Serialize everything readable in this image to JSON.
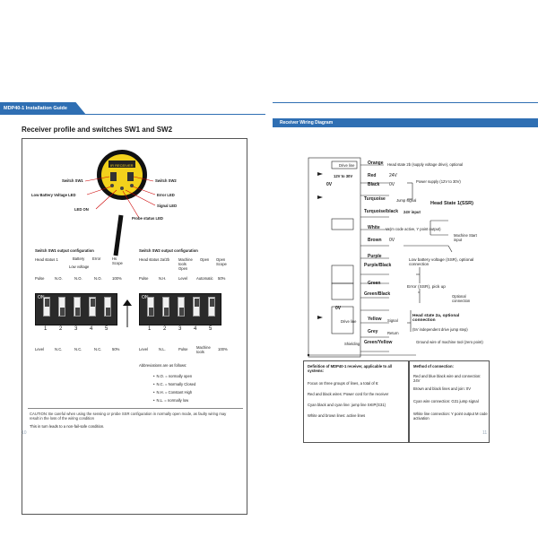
{
  "left": {
    "banner": "MDP40-1 Installation Guide",
    "title": "Receiver profile and switches SW1 and SW2",
    "device": {
      "screen_text": "IR RECEIVER",
      "labels": {
        "sw1": "Switch SW1",
        "sw2": "Switch SW2",
        "battery": "Low Battery Voltage LED",
        "error": "Error LED",
        "on": "LED ON",
        "signal": "Signal LED",
        "probe": "Probe status LED"
      }
    },
    "sw1": {
      "title": "Switch SW1 output configuration",
      "top_labels": [
        "Head status 1",
        "Battery",
        "Error",
        "Hs Scope"
      ],
      "low_voltage": "Low voltage",
      "row1": [
        "Pulse",
        "N.O.",
        "N.O.",
        "N.O.",
        "100%"
      ],
      "row2": [
        "Level",
        "N.C.",
        "N.C.",
        "N.C.",
        "50%"
      ],
      "on": "ON",
      "numbers": [
        "1",
        "2",
        "3",
        "4",
        "5"
      ]
    },
    "sw2": {
      "title": "Switch SW2 output configuration",
      "top_labels": [
        "Head status 2a/2b",
        "Machine tools Open",
        "Open",
        "Open Scope"
      ],
      "row1": [
        "Pulse",
        "N.H.",
        "Level",
        "Automatic",
        "50%"
      ],
      "row2": [
        "Level",
        "N.L.",
        "Pulse",
        "Machine tools",
        "100%"
      ],
      "on": "ON",
      "numbers": [
        "1",
        "2",
        "3",
        "4",
        "5"
      ]
    },
    "abbr": {
      "title": "Abbreviations are as follows:",
      "items": [
        "N.O. = normally open",
        "N.C. = Normally Closed",
        "N.H. = Constant High",
        "N.L. = normally low"
      ]
    },
    "caution": "CAUTION: Be careful when using the sensing or probe SSR configuration in normally open mode, as faulty wiring may result in the loss of the wiring condition",
    "caution2": "This in turn leads to a non-fail-safe condition.",
    "page_number": "10"
  },
  "right": {
    "header": "Receiver Wiring Diagram",
    "wires": {
      "drive_line": "Drive line",
      "orange": "Orange",
      "orange_desc": "Head state 2b (supply voltage drive), optional",
      "v12_30": "12V to 30V",
      "red": "Red",
      "v24": "24V",
      "v0": "0V",
      "black": "Black",
      "power": "Power supply (12V to 30V)",
      "turquoise": "Turquoise",
      "jump": "Jump signal",
      "turq_black": "Turquoise/black",
      "input24": "24V input",
      "head1": "Head State 1(SSR)",
      "white": "White",
      "white_desc": "Vx(m code active, Y point output)",
      "brown": "Brown",
      "brown_v": "0V",
      "machine_start": "Machine Start input",
      "purple": "Purple",
      "purple_black": "Purple/Black",
      "battery": "Low battery voltage (SSR), optional connection",
      "green": "Green",
      "green_black": "Green/Black",
      "error": "Error (SSR), pick up",
      "optional": "Optional connection",
      "v0b": "0V",
      "drive_line2": "Drive line",
      "yellow": "Yellow",
      "signal": "Signal",
      "grey": "Grey",
      "return": "Return",
      "head2a": "Head state 2a, optional connection",
      "head2a_sub": "(5V independent drive jump step)",
      "shielding": "Shielding",
      "green_yellow": "Green/Yellow",
      "ground": "Ground wire of machine tool (zero point)"
    },
    "def": {
      "title": "Definition of MDP40-1 receiver, applicable to all systems:",
      "items": [
        "Focus on three groups of lines, a total of 6:",
        "Red and black wires: Power cord for the receiver",
        "Cyan black and cyan line: jump line SKIP(G31)",
        "White and brown lines: active lines"
      ]
    },
    "method": {
      "title": "Method of connection:",
      "items": [
        "Red and blue black wire and connection: 24V",
        "Brown and black lines and join: 0V",
        "Cyan wire connection: G31 jump signal",
        "White line connection: Y point output M code activation"
      ]
    },
    "page_number": "11"
  }
}
